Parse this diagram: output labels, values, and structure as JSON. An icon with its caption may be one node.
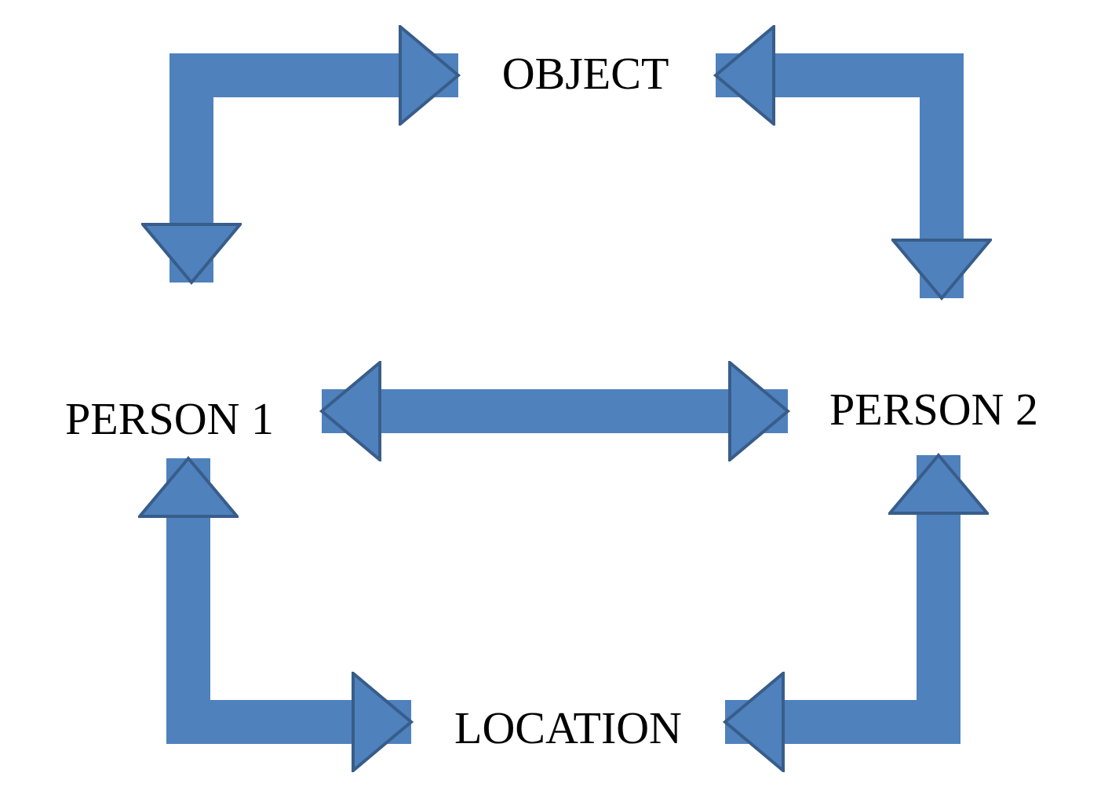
{
  "diagram": {
    "nodes": [
      {
        "text": [
          "OBJECT"
        ]
      },
      {
        "text": [
          "PERSON 1"
        ]
      },
      {
        "text": [
          "PERSON 2"
        ]
      },
      {
        "text": [
          "LOCATION"
        ]
      }
    ],
    "edges": [
      {
        "from": 0,
        "to": 1,
        "arrow": "both"
      },
      {
        "from": 0,
        "to": 2,
        "arrow": "both"
      },
      {
        "from": 1,
        "to": 2,
        "arrow": "both"
      },
      {
        "from": 1,
        "to": 3,
        "arrow": "both"
      },
      {
        "from": 2,
        "to": 3,
        "arrow": "both"
      }
    ]
  }
}
